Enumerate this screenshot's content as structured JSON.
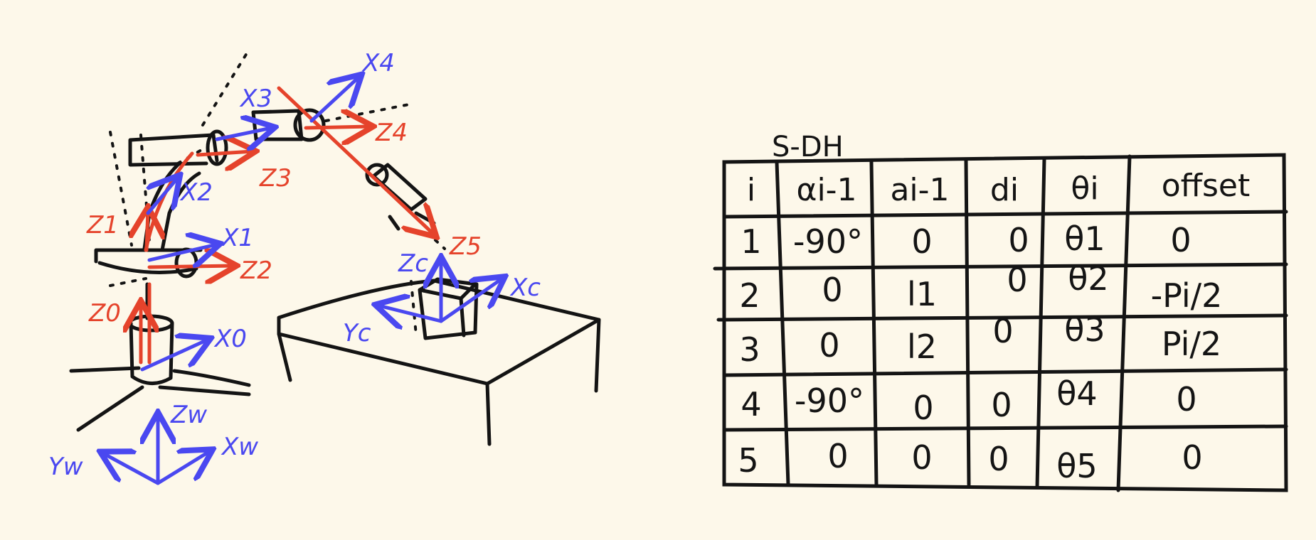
{
  "colors": {
    "background": "#fdf8ea",
    "ink": "#141414",
    "z_axis": "#e5432b",
    "x_axis": "#4a48f0"
  },
  "frames": {
    "z0": "Z0",
    "z1": "Z1",
    "z2": "Z2",
    "z3": "Z3",
    "z4": "Z4",
    "z5": "Z5",
    "x0": "X0",
    "x1": "X1",
    "x2": "X2",
    "x3": "X3",
    "x4": "X4",
    "zw": "Zw",
    "xw": "Xw",
    "yw": "Yw",
    "zc": "Zc",
    "xc": "Xc",
    "yc": "Yc"
  },
  "dh_table": {
    "title": "S-DH",
    "headers": [
      "i",
      "αi-1",
      "ai-1",
      "di",
      "θi",
      "offset"
    ],
    "rows": [
      [
        "1",
        "-90°",
        "0",
        "0",
        "θ1",
        "0"
      ],
      [
        "2",
        "0",
        "l1",
        "0",
        "θ2",
        "-Pi/2"
      ],
      [
        "3",
        "0",
        "l2",
        "0",
        "θ3",
        "Pi/2"
      ],
      [
        "4",
        "-90°",
        "0",
        "0",
        "θ4",
        "0"
      ],
      [
        "5",
        "0",
        "0",
        "0",
        "θ5",
        "0"
      ]
    ]
  }
}
